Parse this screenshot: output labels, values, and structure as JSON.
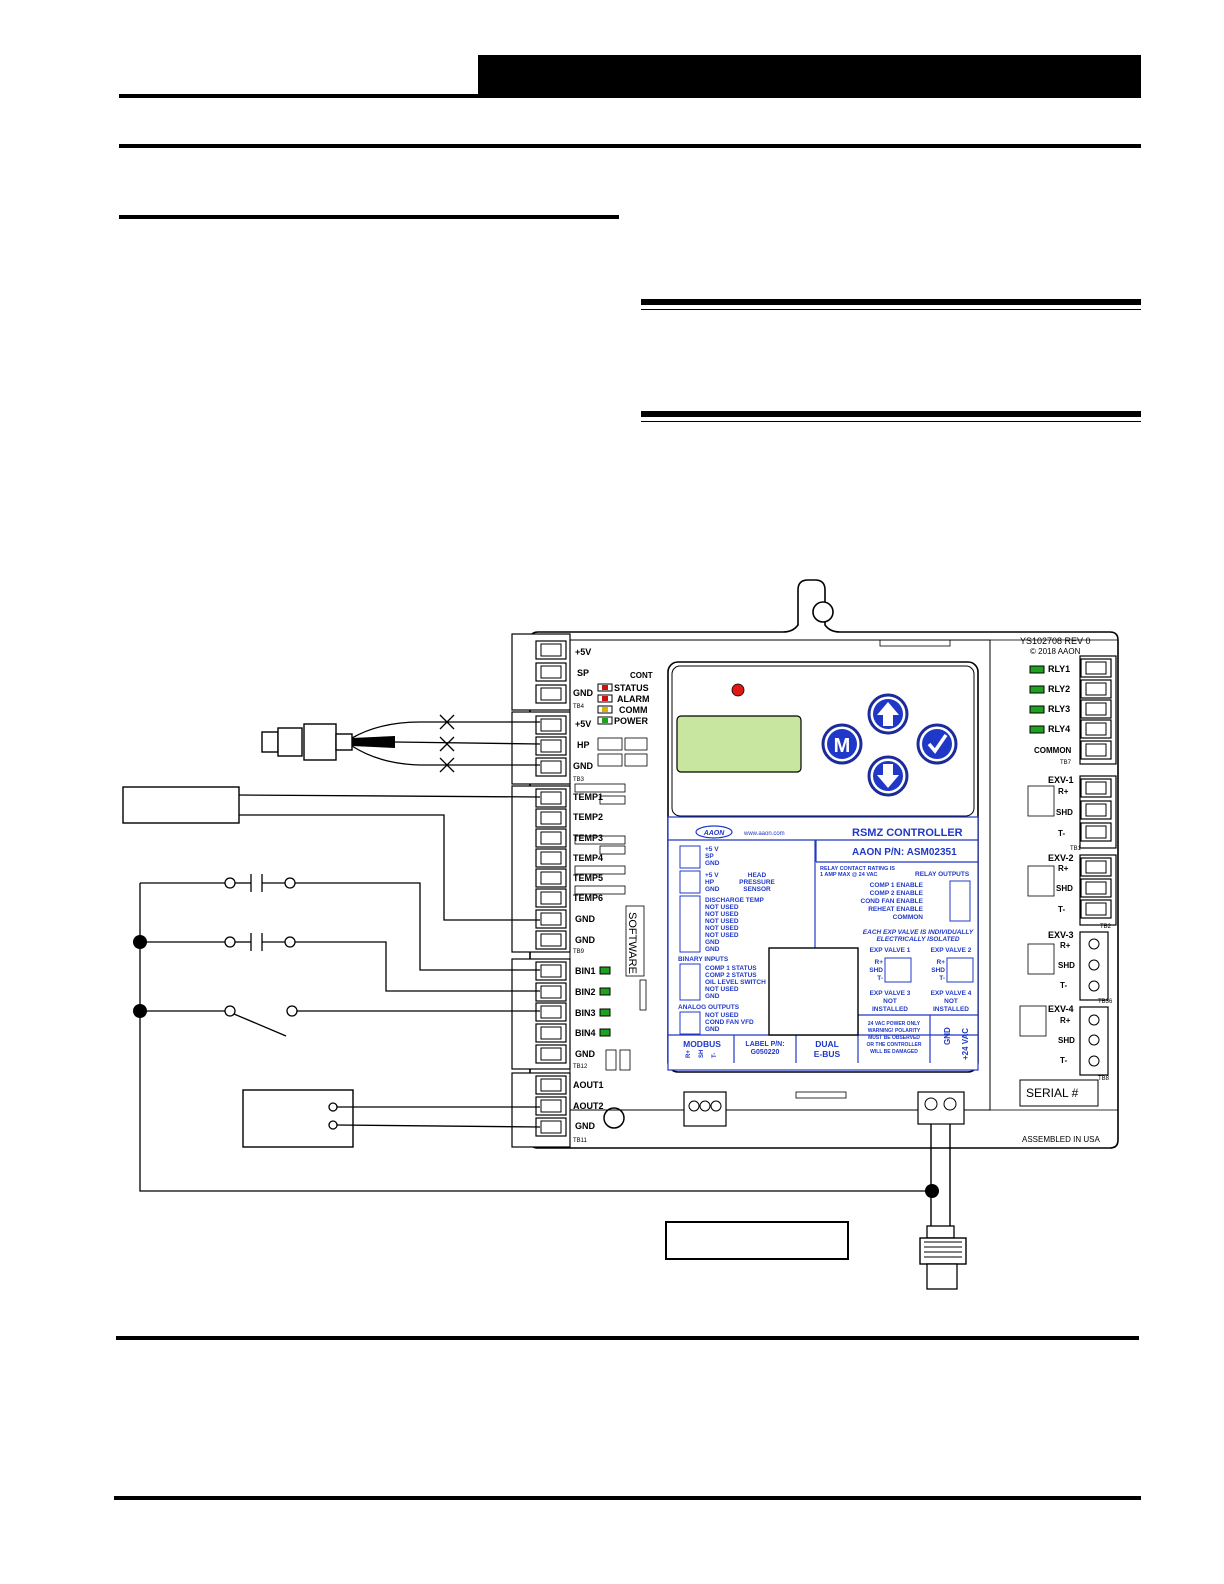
{
  "board": {
    "rev": "YS102708 REV 0",
    "copyright": "© 2018 AAON",
    "title": "RSMZ CONTROLLER",
    "part_number": "AAON P/N: ASM02351",
    "logo": "AAON",
    "url": "www.aaon.com",
    "serial_label": "SERIAL #",
    "assembled": "ASSEMBLED IN USA",
    "software": "SOFTWARE",
    "buttons": {
      "menu": "M"
    }
  },
  "left_terminals": {
    "tb4": [
      "+5V",
      "SP",
      "GND"
    ],
    "tb4_label": "TB4",
    "tb3": [
      "+5V",
      "HP",
      "GND"
    ],
    "tb3_label": "TB3",
    "tb9": [
      "TEMP1",
      "TEMP2",
      "TEMP3",
      "TEMP4",
      "TEMP5",
      "TEMP6",
      "GND",
      "GND"
    ],
    "tb9_label": "TB9",
    "tb12": [
      "BIN1",
      "BIN2",
      "BIN3",
      "BIN4",
      "GND"
    ],
    "tb12_label": "TB12",
    "tb11": [
      "AOUT1",
      "AOUT2",
      "GND"
    ],
    "tb11_label": "TB11"
  },
  "leds": [
    "STATUS",
    "ALARM",
    "COMM",
    "POWER"
  ],
  "led_colors": {
    "status": "#d01010",
    "alarm": "#d01010",
    "comm": "#e0b000",
    "power": "#20a020",
    "indicator": "#e01818",
    "bin": "#20a020",
    "relay": "#20a020"
  },
  "cont_label": "CONT",
  "right_terminals": {
    "relays": [
      "RLY1",
      "RLY2",
      "RLY3",
      "RLY4",
      "COMMON"
    ],
    "tb7": "TB7",
    "exv1": [
      "EXV-1",
      "R+",
      "SHD",
      "T-"
    ],
    "tb1": "TB1",
    "exv2": [
      "EXV-2",
      "R+",
      "SHD",
      "T-"
    ],
    "tb2": "TB2",
    "exv3": [
      "EXV-3",
      "R+",
      "SHD",
      "T-"
    ],
    "tb36": "TB36",
    "exv4": [
      "EXV-4",
      "R+",
      "SHD",
      "T-"
    ],
    "tb8": "TB8"
  },
  "label": {
    "group1": [
      "+5 V",
      "SP",
      "GND"
    ],
    "group2": [
      "+5 V",
      "HP",
      "GND"
    ],
    "head_pressure": [
      "HEAD",
      "PRESSURE",
      "SENSOR"
    ],
    "temps": [
      "DISCHARGE TEMP",
      "NOT USED",
      "NOT USED",
      "NOT USED",
      "NOT USED",
      "NOT USED",
      "GND",
      "GND"
    ],
    "binary_title": "BINARY INPUTS",
    "binary": [
      "COMP 1 STATUS",
      "COMP 2 STATUS",
      "OIL LEVEL SWITCH",
      "NOT USED",
      "GND"
    ],
    "analog_title": "ANALOG OUTPUTS",
    "analog": [
      "NOT USED",
      "COND FAN VFD",
      "GND"
    ],
    "relay_rating": [
      "RELAY CONTACT RATING IS",
      "1 AMP MAX @ 24 VAC"
    ],
    "relay_title": "RELAY OUTPUTS",
    "relays": [
      "COMP 1 ENABLE",
      "COMP 2 ENABLE",
      "COND FAN ENABLE",
      "REHEAT ENABLE",
      "COMMON"
    ],
    "exp_note": [
      "EACH EXP VALVE IS INDIVIDUALLY",
      "ELECTRICALLY ISOLATED"
    ],
    "exp1": "EXP VALVE 1",
    "exp2": "EXP VALVE 2",
    "exp_pins": [
      "R+",
      "SHD",
      "T-"
    ],
    "exp3": [
      "EXP VALVE 3",
      "NOT",
      "INSTALLED"
    ],
    "exp4": [
      "EXP VALVE 4",
      "NOT",
      "INSTALLED"
    ],
    "modbus": "MODBUS",
    "modbus_pins": [
      "R+",
      "SH",
      "T-"
    ],
    "label_pn": [
      "LABEL P/N:",
      "G050220"
    ],
    "dual_ebus": [
      "DUAL",
      "E-BUS"
    ],
    "warning": [
      "24 VAC POWER ONLY",
      "WARNING! POLARITY",
      "MUST BE OBSERVED",
      "OR THE CONTROLLER",
      "WILL BE DAMAGED"
    ],
    "power": [
      "GND",
      "+24 VAC"
    ]
  }
}
